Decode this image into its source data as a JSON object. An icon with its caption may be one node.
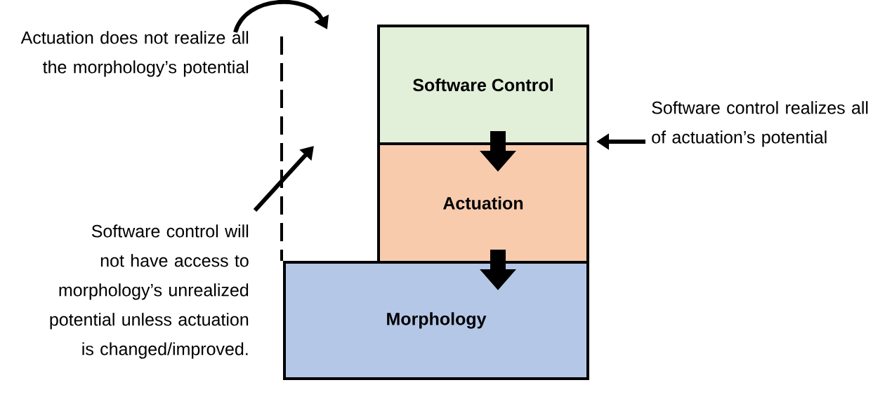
{
  "diagram": {
    "nodes": [
      {
        "text": [
          "Software Control"
        ]
      },
      {
        "text": [
          "Actuation"
        ]
      },
      {
        "text": [
          "Morphology"
        ]
      },
      {
        "text": [
          "Actuation does not realize all the morphology’s potential"
        ]
      },
      {
        "text": [
          "Software control realizes all of actuation’s potential"
        ]
      },
      {
        "text": [
          "Software control will not have access to morphology’s unrealized potential unless actuation is changed/improved."
        ]
      }
    ],
    "edges": [
      {
        "from": 0,
        "to": 1,
        "arrow": "to",
        "style": "thick"
      },
      {
        "from": 1,
        "to": 2,
        "arrow": "to",
        "style": "thick"
      },
      {
        "from": 3,
        "to": null,
        "arrow": "to"
      },
      {
        "from": 4,
        "to": null,
        "arrow": "to"
      },
      {
        "from": 5,
        "to": null,
        "arrow": "to"
      }
    ]
  }
}
